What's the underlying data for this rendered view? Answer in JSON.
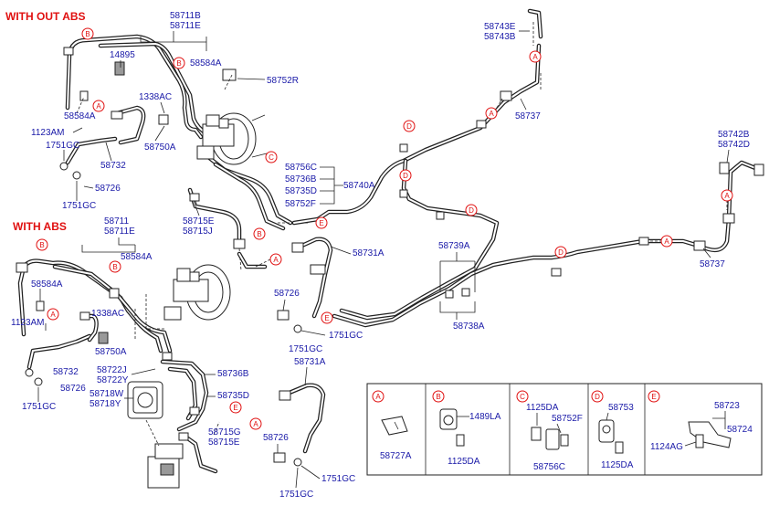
{
  "headings": {
    "without_abs": "WITH OUT ABS",
    "with_abs": "WITH ABS"
  },
  "labels": {
    "l58711b": "58711B",
    "l58711e": "58711E",
    "l14895": "14895",
    "l58584a_1": "58584A",
    "l58752r": "58752R",
    "l1338ac_1": "1338AC",
    "l58584a_2": "58584A",
    "l1123am_1": "1123AM",
    "l1751gc_1": "1751GC",
    "l58750a_1": "58750A",
    "l58732_1": "58732",
    "l58726_1": "58726",
    "l1751gc_2": "1751GC",
    "l58756c": "58756C",
    "l58736b_1": "58736B",
    "l58740a": "58740A",
    "l58735d_1": "58735D",
    "l58752f_1": "58752F",
    "l58715e_1": "58715E",
    "l58715j": "58715J",
    "l58743e": "58743E",
    "l58743b": "58743B",
    "l58737_1": "58737",
    "l58742b": "58742B",
    "l58742d": "58742D",
    "l58737_2": "58737",
    "l58739a": "58739A",
    "l58738a": "58738A",
    "l58731a_1": "58731A",
    "l58711": "58711",
    "l58711e_2": "58711E",
    "l58584a_3": "58584A",
    "l58584a_4": "58584A",
    "l1123am_2": "1123AM",
    "l1338ac_2": "1338AC",
    "l58750a_2": "58750A",
    "l58732_2": "58732",
    "l58726_2": "58726",
    "l1751gc_3": "1751GC",
    "l58722j": "58722J",
    "l58722y": "58722Y",
    "l58718w": "58718W",
    "l58718y": "58718Y",
    "l58736b_2": "58736B",
    "l58735d_2": "58735D",
    "l58715g": "58715G",
    "l58715e_2": "58715E",
    "l58726_3": "58726",
    "l1751gc_4": "1751GC",
    "l1751gc_5": "1751GC",
    "l58731a_2": "58731A",
    "l58726_4": "58726",
    "l1751gc_6": "1751GC",
    "l1751gc_7": "1751GC"
  },
  "callouts": {
    "a": "A",
    "b": "B",
    "c": "C",
    "d": "D",
    "e": "E"
  },
  "legend": {
    "panels": [
      {
        "key": "A",
        "parts": [
          "58727A"
        ]
      },
      {
        "key": "B",
        "parts": [
          "1489LA",
          "1125DA"
        ]
      },
      {
        "key": "C",
        "parts": [
          "1125DA",
          "58752F",
          "58756C"
        ]
      },
      {
        "key": "D",
        "parts": [
          "58753",
          "1125DA"
        ]
      },
      {
        "key": "E",
        "parts": [
          "58723",
          "58724",
          "1124AG"
        ]
      }
    ]
  },
  "colors": {
    "heading": "#e01010",
    "part_number": "#1a1aa8",
    "callout": "#e01010",
    "line": "#222222"
  }
}
